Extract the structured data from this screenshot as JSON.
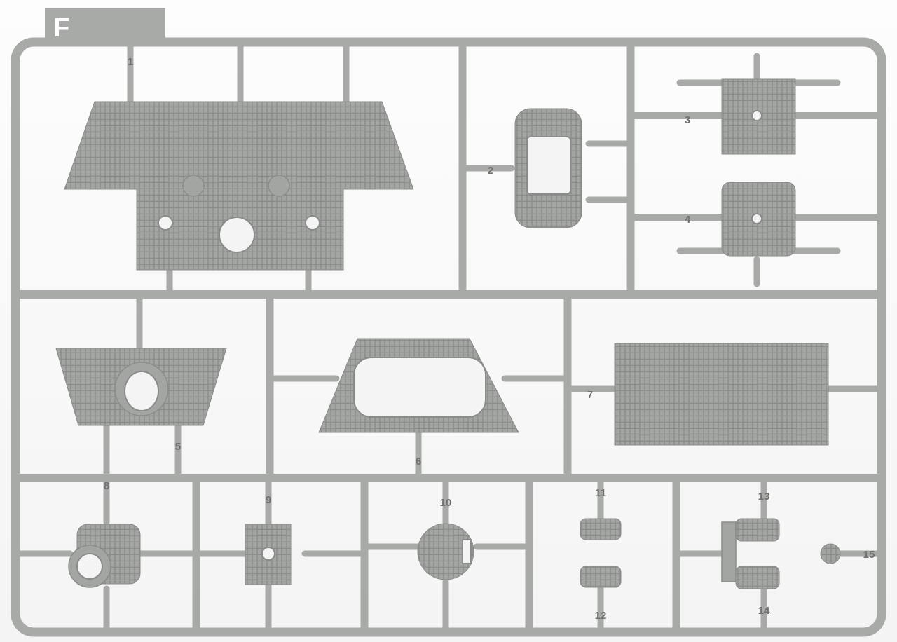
{
  "sprue": {
    "letter": "F",
    "part_numbers": [
      "1",
      "2",
      "3",
      "4",
      "5",
      "6",
      "7",
      "8",
      "9",
      "10",
      "11",
      "12",
      "13",
      "14",
      "15"
    ]
  },
  "colors": {
    "plastic": "#a3a5a2",
    "background": "#f8f8f8"
  }
}
